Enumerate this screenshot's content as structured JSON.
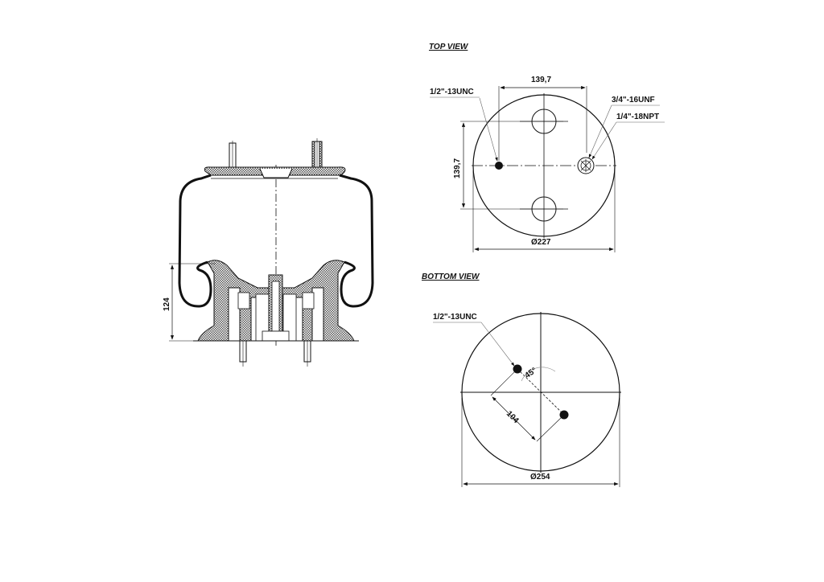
{
  "drawing": {
    "subject": "air spring technical drawing",
    "line_color": "#111111",
    "background": "#ffffff",
    "side_view": {
      "height_dimension": "124"
    },
    "top_view": {
      "title": "TOP VIEW",
      "horizontal_spacing": "139,7",
      "vertical_spacing": "139,7",
      "diameter": "Ø227",
      "callouts": {
        "stud": "1/2\"-13UNC",
        "air_fitting": "3/4\"-16UNF",
        "port": "1/4\"-18NPT"
      }
    },
    "bottom_view": {
      "title": "BOTTOM VIEW",
      "diameter": "Ø254",
      "bolt_spacing": "104",
      "angle": "45°",
      "callouts": {
        "stud": "1/2\"-13UNC"
      }
    }
  }
}
